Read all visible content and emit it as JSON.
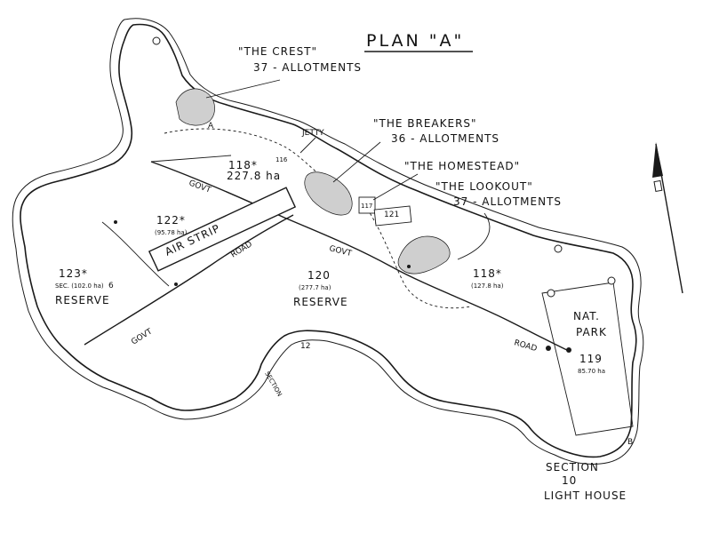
{
  "title": "PLAN \"A\"",
  "allotments": {
    "crest": {
      "name": "\"THE CREST\"",
      "count": "37 - ALLOTMENTS"
    },
    "breakers": {
      "name": "\"THE BREAKERS\"",
      "count": "36 - ALLOTMENTS"
    },
    "homestead": {
      "name": "\"THE HOMESTEAD\""
    },
    "lookout": {
      "name": "\"THE LOOKOUT\"",
      "count": "37 - ALLOTMENTS"
    }
  },
  "labels": {
    "jetty": "JETTY",
    "govt_road_north": "GOVT",
    "govt_road_center": "GOVT",
    "road_center": "ROAD",
    "govt_road_south": "GOVT",
    "road_east": "ROAD",
    "air_strip": "AIR STRIP",
    "section_12": "12",
    "section_word": "SECTION",
    "nat_park_1": "NAT.",
    "nat_park_2": "PARK",
    "section_10_1": "SECTION",
    "section_10_2": "10",
    "light_house": "LIGHT HOUSE"
  },
  "lots": {
    "lot118n": {
      "id": "118*",
      "area": "227.8 ha"
    },
    "lot122": {
      "id": "122*",
      "area": "(95.78 ha)"
    },
    "lot123": {
      "id": "123*",
      "sec": "SEC. (102.0 ha)",
      "num": "6",
      "use": "RESERVE"
    },
    "lot120": {
      "id": "120",
      "area": "(277.7 ha)",
      "use": "RESERVE"
    },
    "lot118e": {
      "id": "118*",
      "area": "(127.8 ha)"
    },
    "lot119": {
      "id": "119",
      "area": "85.70 ha"
    },
    "lot121": {
      "id": "121"
    },
    "lot117": {
      "id": "117"
    },
    "lot116": {
      "id": "116"
    }
  },
  "marks": {
    "A": "A",
    "B": "B"
  },
  "north_arrow": {
    "icon": "north-arrow-icon"
  }
}
